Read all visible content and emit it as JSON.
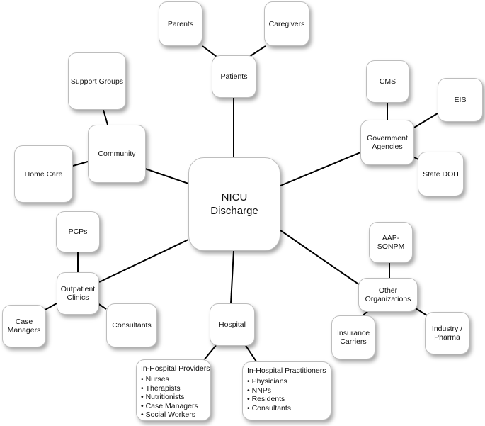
{
  "nodes": {
    "center": "NICU\nDischarge",
    "patients": "Patients",
    "parents": "Parents",
    "caregivers": "Caregivers",
    "community": "Community",
    "support_groups": "Support Groups",
    "home_care": "Home Care",
    "government": "Government\nAgencies",
    "cms": "CMS",
    "eis": "EIS",
    "state_doh": "State DOH",
    "outpatient": "Outpatient\nClinics",
    "pcps": "PCPs",
    "case_managers": "Case\nManagers",
    "consultants": "Consultants",
    "other_orgs": "Other\nOrganizations",
    "aap_sonpm": "AAP-\nSONPM",
    "insurance": "Insurance\nCarriers",
    "industry": "Industry /\nPharma",
    "hospital": "Hospital",
    "providers": {
      "title": "In-Hospital Providers",
      "items": [
        "Nurses",
        "Therapists",
        "Nutritionists",
        "Case Managers",
        "Social Workers"
      ]
    },
    "practitioners": {
      "title": "In-Hospital Practitioners",
      "items": [
        "Physicians",
        "NNPs",
        "Residents",
        "Consultants"
      ]
    }
  }
}
